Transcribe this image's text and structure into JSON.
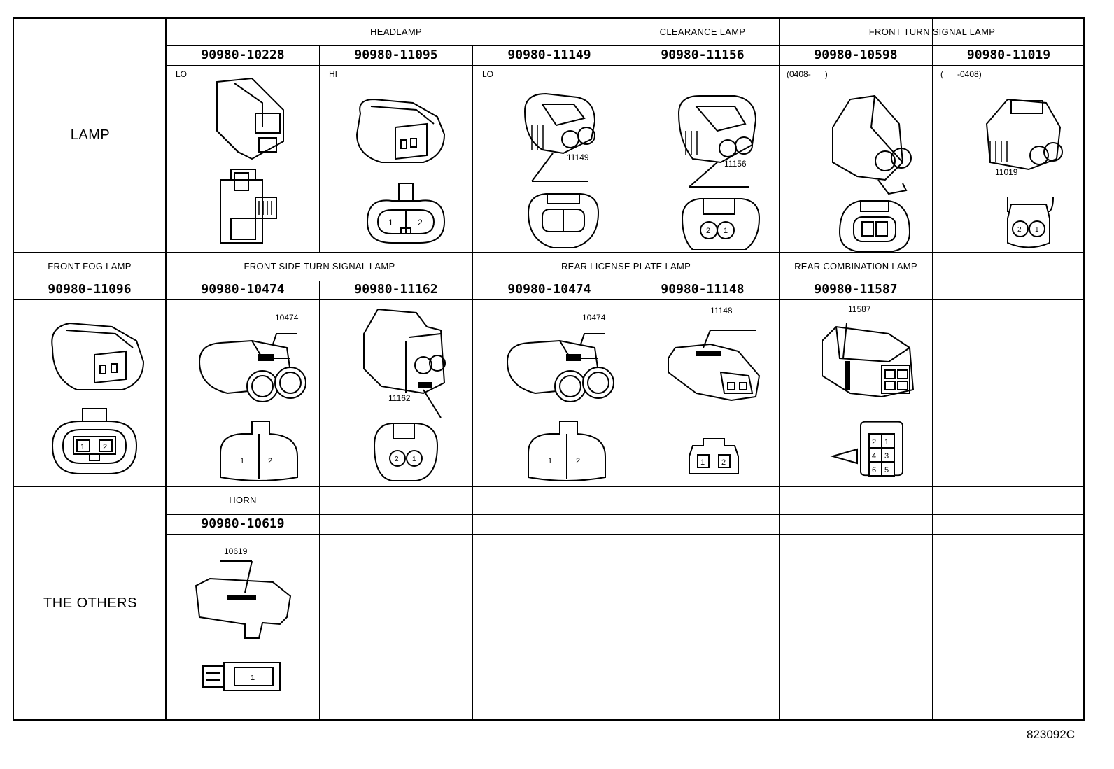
{
  "categories": {
    "lamp": "LAMP",
    "others": "THE OTHERS"
  },
  "sections": {
    "headlamp": "HEADLAMP",
    "clearance_lamp": "CLEARANCE LAMP",
    "front_turn_signal_lamp": "FRONT TURN SIGNAL LAMP",
    "front_fog_lamp": "FRONT FOG LAMP",
    "front_side_turn_signal_lamp": "FRONT SIDE TURN SIGNAL LAMP",
    "rear_license_plate_lamp": "REAR LICENSE PLATE LAMP",
    "rear_combination_lamp": "REAR COMBINATION LAMP",
    "horn": "HORN"
  },
  "row1": [
    {
      "part": "90980-10228",
      "note": "LO"
    },
    {
      "part": "90980-11095",
      "note": "HI"
    },
    {
      "part": "90980-11149",
      "note": "LO",
      "callout": "11149"
    },
    {
      "part": "90980-11156",
      "note": "",
      "callout": "11156"
    },
    {
      "part": "90980-10598",
      "note": "(0408-      )"
    },
    {
      "part": "90980-11019",
      "note": "(      -0408)",
      "callout": "11019"
    }
  ],
  "row2": [
    {
      "part": "90980-11096"
    },
    {
      "part": "90980-10474",
      "callout": "10474"
    },
    {
      "part": "90980-11162",
      "callout": "11162"
    },
    {
      "part": "90980-10474",
      "callout": "10474"
    },
    {
      "part": "90980-11148",
      "callout": "11148"
    },
    {
      "part": "90980-11587",
      "callout": "11587"
    }
  ],
  "row3": [
    {
      "part": "90980-10619",
      "callout": "10619"
    }
  ],
  "pins": {
    "one": "1",
    "two": "2",
    "three": "3",
    "four": "4",
    "five": "5",
    "six": "6"
  },
  "drawing_number": "823092C"
}
